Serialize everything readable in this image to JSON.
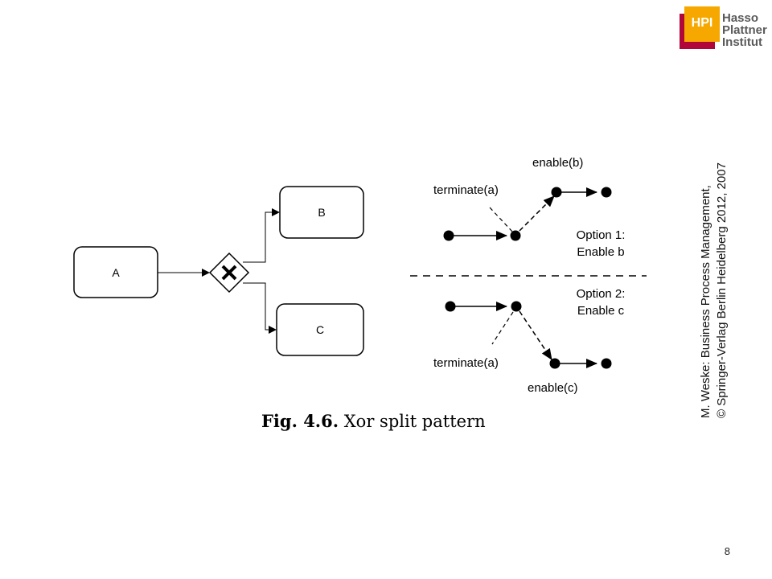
{
  "logo": {
    "badge": "HPI",
    "lines": [
      "Hasso",
      "Plattner",
      "Institut"
    ]
  },
  "diagram": {
    "tasks": {
      "a": "A",
      "b": "B",
      "c": "C"
    },
    "option1": {
      "terminate": "terminate(a)",
      "enable": "enable(b)",
      "label_line1": "Option 1:",
      "label_line2": "Enable b"
    },
    "option2": {
      "terminate": "terminate(a)",
      "enable": "enable(c)",
      "label_line1": "Option 2:",
      "label_line2": "Enable c"
    }
  },
  "caption": {
    "figure": "Fig. 4.6.",
    "title": "Xor split pattern"
  },
  "credit": {
    "line1": "M. Weske: Business Process Management,",
    "line2": "© Springer-Verlag Berlin Heidelberg 2012, 2007"
  },
  "slide_number": "8"
}
